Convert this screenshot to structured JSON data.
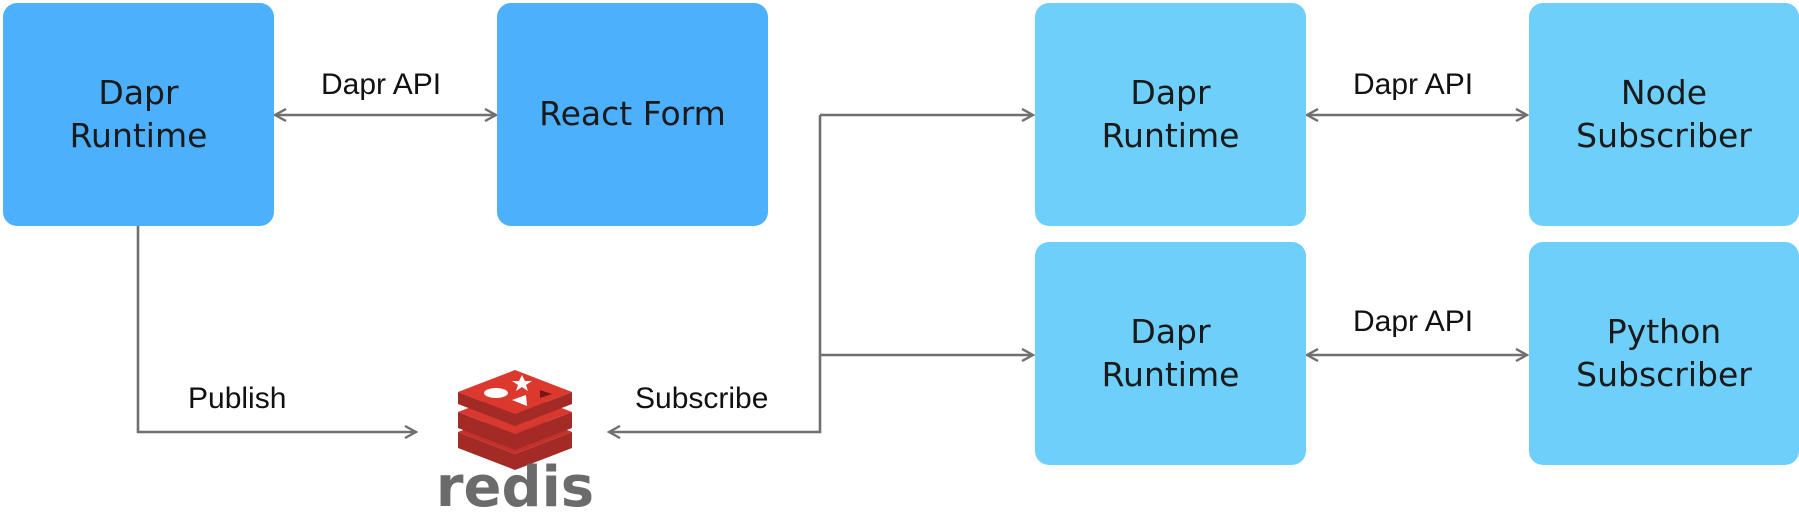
{
  "colors": {
    "runtime_dark": "#4db0fd",
    "runtime_light": "#6ecffa",
    "connector": "#707070",
    "redis_red": "#c6302b"
  },
  "boxes": {
    "publisher_runtime": "Dapr\nRuntime",
    "react_form": "React Form",
    "node_runtime": "Dapr\nRuntime",
    "node_subscriber": "Node\nSubscriber",
    "python_runtime": "Dapr\nRuntime",
    "python_subscriber": "Python\nSubscriber"
  },
  "labels": {
    "dapr_api_top_left": "Dapr API",
    "dapr_api_top_right": "Dapr API",
    "dapr_api_bottom_right": "Dapr API",
    "publish": "Publish",
    "subscribe": "Subscribe"
  },
  "redis": {
    "wordmark": "redis",
    "icon": "redis-logo-icon"
  }
}
